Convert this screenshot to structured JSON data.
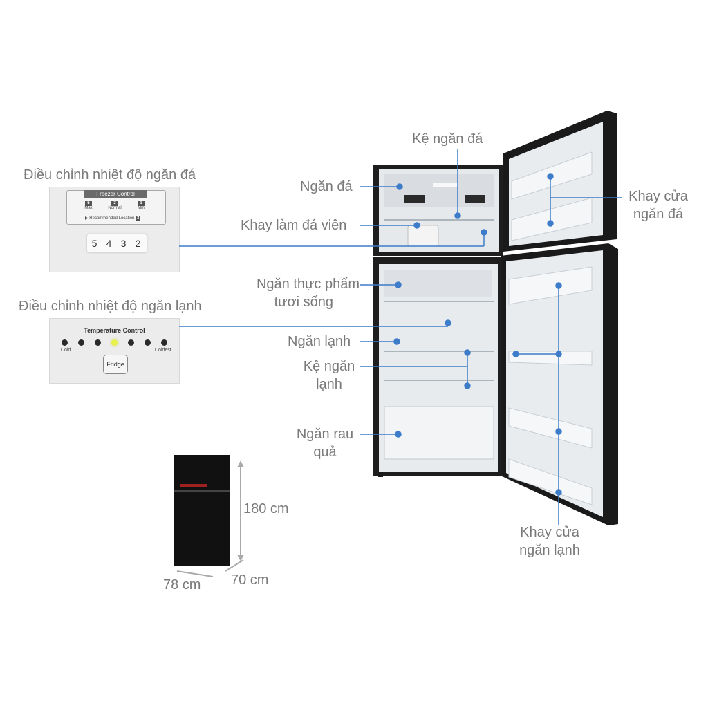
{
  "labels": {
    "ke_ngan_da": "Kệ ngăn đá",
    "ngan_da": "Ngăn đá",
    "khay_lam_da_vien": "Khay làm đá viên",
    "ngan_thuc_pham_1": "Ngăn thực phẩm",
    "ngan_thuc_pham_2": "tươi sống",
    "ngan_lanh": "Ngăn lạnh",
    "ke_ngan_lanh_1": "Kệ ngăn",
    "ke_ngan_lanh_2": "lạnh",
    "ngan_rau_qua_1": "Ngăn rau",
    "ngan_rau_qua_2": "quả",
    "khay_cua_ngan_da_1": "Khay cửa",
    "khay_cua_ngan_da_2": "ngăn đá",
    "khay_cua_ngan_lanh_1": "Khay cửa",
    "khay_cua_ngan_lanh_2": "ngăn lạnh"
  },
  "freezer_panel": {
    "heading": "Điều chỉnh nhiệt độ ngăn đá",
    "title": "Freezer Control",
    "items": [
      {
        "num": "5",
        "text": "Max"
      },
      {
        "num": "3",
        "text": "Normal"
      },
      {
        "num": "1",
        "text": "Min"
      }
    ],
    "recommended": "▶ Recommended Location",
    "recommended_num": "3",
    "dial": [
      "5",
      "4",
      "3",
      "2"
    ]
  },
  "fridge_panel": {
    "heading": "Điều chỉnh nhiệt độ ngăn lạnh",
    "title": "Temperature Control",
    "cold": "Cold",
    "coldest": "Coldest",
    "button": "Fridge",
    "active_level": 4,
    "levels": 7
  },
  "dimensions": {
    "height": "180 cm",
    "width": "78 cm",
    "depth": "70 cm"
  },
  "colors": {
    "callout": "#3d7cc9",
    "text": "#7a7a7a",
    "fridge_body": "#161616"
  }
}
